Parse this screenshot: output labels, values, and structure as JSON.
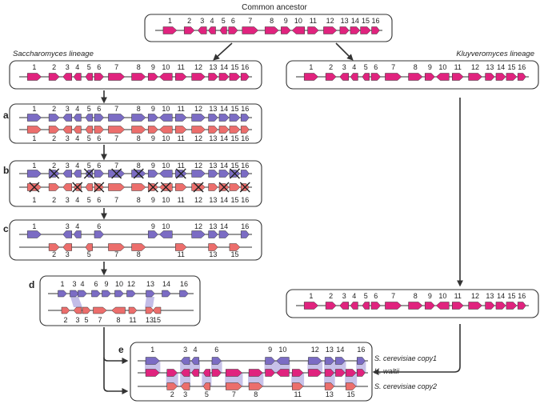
{
  "title": "Common ancestor",
  "lineages": {
    "left": "Saccharomyces lineage",
    "right": "Kluyveromyces lineage"
  },
  "panel_letters": [
    "a",
    "b",
    "c",
    "d",
    "e"
  ],
  "gene_numbers": [
    "1",
    "2",
    "3",
    "4",
    "5",
    "6",
    "7",
    "8",
    "9",
    "10",
    "11",
    "12",
    "13",
    "14",
    "15",
    "16"
  ],
  "panel_c": {
    "top": [
      "1",
      "3",
      "4",
      "6",
      "9",
      "10",
      "12",
      "13",
      "14",
      "16"
    ],
    "bottom": [
      "2",
      "3",
      "5",
      "7",
      "8",
      "11",
      "13",
      "15"
    ]
  },
  "panel_d": {
    "top": [
      "1",
      "3",
      "4",
      "6",
      "9",
      "10",
      "12",
      "13",
      "14",
      "16"
    ],
    "bottom": [
      "2",
      "3",
      "5",
      "7",
      "8",
      "11",
      "13",
      "15"
    ]
  },
  "panel_e": {
    "top": [
      "1",
      "3",
      "4",
      "6",
      "9",
      "10",
      "12",
      "13",
      "14",
      "16"
    ],
    "bottom": [
      "2",
      "3",
      "5",
      "7",
      "8",
      "11",
      "13",
      "15"
    ],
    "row_labels": [
      "S. cerevisiae copy1",
      "K. waltii",
      "S. cerevisiae copy2"
    ]
  },
  "colors": {
    "ancestral": "#e0237e",
    "copy1": "#7b6cc4",
    "copy2": "#ec6e6c",
    "shade": "#b9b2e4",
    "line": "#333333"
  }
}
